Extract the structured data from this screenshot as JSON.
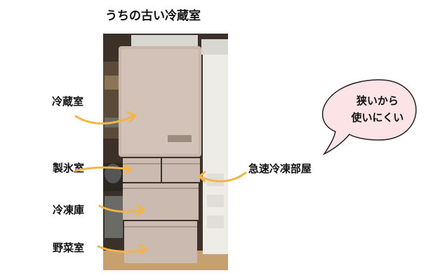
{
  "title": "うちの古い冷蔵室",
  "labels": {
    "fridge": "冷蔵室",
    "ice": "製氷室",
    "freezer": "冷凍庫",
    "vegetable": "野菜室",
    "quick_freeze": "急速冷凍部屋"
  },
  "bubble": {
    "line1": "狭いから",
    "line2": "使いにくい"
  },
  "colors": {
    "arrow": "#f2b54a",
    "bubble_fill": "#fbe3e6",
    "bubble_stroke": "#222222"
  }
}
